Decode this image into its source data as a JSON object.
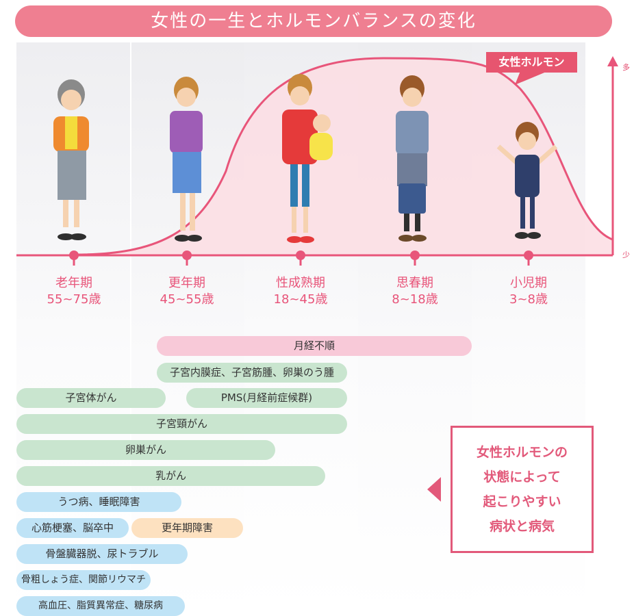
{
  "title": "女性の一生とホルモンバランスの変化",
  "hormone_label": "女性ホルモン",
  "axis": {
    "high": "多",
    "low": "少"
  },
  "stages": [
    {
      "name": "老年期",
      "age": "55~75歳"
    },
    {
      "name": "更年期",
      "age": "45~55歳"
    },
    {
      "name": "性成熟期",
      "age": "18~45歳"
    },
    {
      "name": "思春期",
      "age": "8~18歳"
    },
    {
      "name": "小児期",
      "age": "3~8歳"
    }
  ],
  "conditions": [
    "月経不順",
    "子宮内膜症、子宮筋腫、卵巣のう腫",
    "子宮体がん",
    "PMS(月経前症候群)",
    "子宮頸がん",
    "卵巣がん",
    "乳がん",
    "うつ病、睡眠障害",
    "心筋梗塞、脳卒中",
    "更年期障害",
    "骨盤臓器脱、尿トラブル",
    "骨粗しょう症、関節リウマチ",
    "高血圧、脂質異常症、糖尿病"
  ],
  "note": [
    "女性ホルモンの",
    "状態によって",
    "起こりやすい",
    "病状と病気"
  ],
  "colors": {
    "accent": "#e8557a",
    "title_bg": "#ef7f91",
    "curve_fill": "#fbdde3",
    "pink_bar": "#f8c9d8",
    "green_bar": "#c9e5cf",
    "blue_bar": "#bfe3f6",
    "orange_bar": "#fde1c0"
  }
}
